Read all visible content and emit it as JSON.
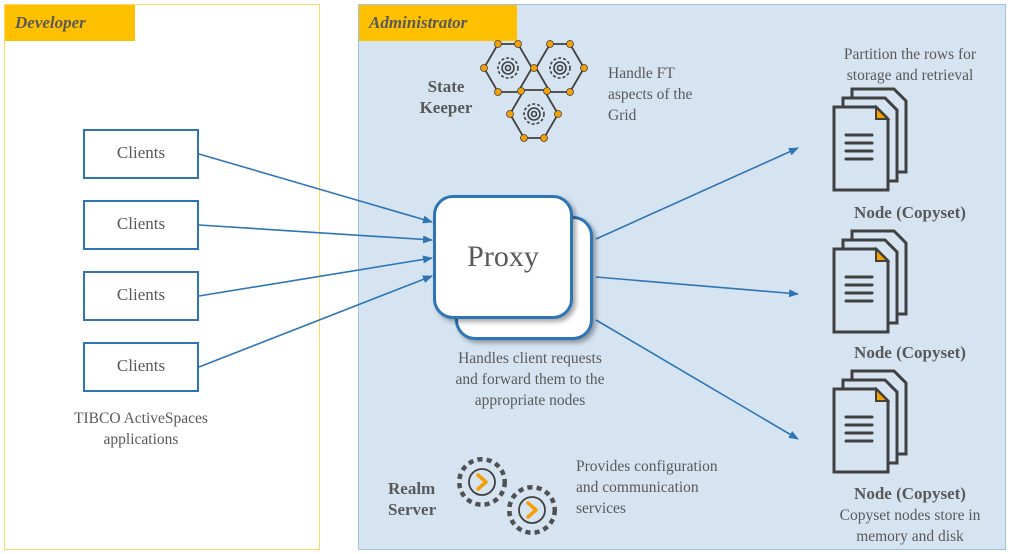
{
  "developer": {
    "title": "Developer",
    "clients": [
      "Clients",
      "Clients",
      "Clients",
      "Clients"
    ],
    "caption_line1": "TIBCO ActiveSpaces",
    "caption_line2": "applications"
  },
  "administrator": {
    "title": "Administrator",
    "state_keeper": {
      "label_line1": "State",
      "label_line2": "Keeper",
      "desc_line1": "Handle FT",
      "desc_line2": "aspects of the",
      "desc_line3": "Grid",
      "icon": "hexagon-gears-network-icon"
    },
    "proxy": {
      "label": "Proxy",
      "desc_line1": "Handles client requests",
      "desc_line2": "and forward them to the",
      "desc_line3": "appropriate nodes"
    },
    "realm_server": {
      "label_line1": "Realm",
      "label_line2": "Server",
      "desc_line1": "Provides configuration",
      "desc_line2": "and communication",
      "desc_line3": "services",
      "icon": "gears-icon"
    },
    "nodes": {
      "top_desc_line1": "Partition the rows for",
      "top_desc_line2": "storage and retrieval",
      "labels": [
        "Node (Copyset)",
        "Node (Copyset)",
        "Node (Copyset)"
      ],
      "bottom_desc_line1": "Copyset nodes store in",
      "bottom_desc_line2": "memory and disk",
      "icon": "document-stack-icon"
    }
  },
  "colors": {
    "tab": "#ffc000",
    "developer_border": "#ffd966",
    "admin_background": "#d6e4f2",
    "admin_border": "#9dc3e6",
    "arrow": "#2e75b6",
    "icon_dark": "#404040",
    "icon_accent": "#f5a000",
    "text": "#595959"
  }
}
